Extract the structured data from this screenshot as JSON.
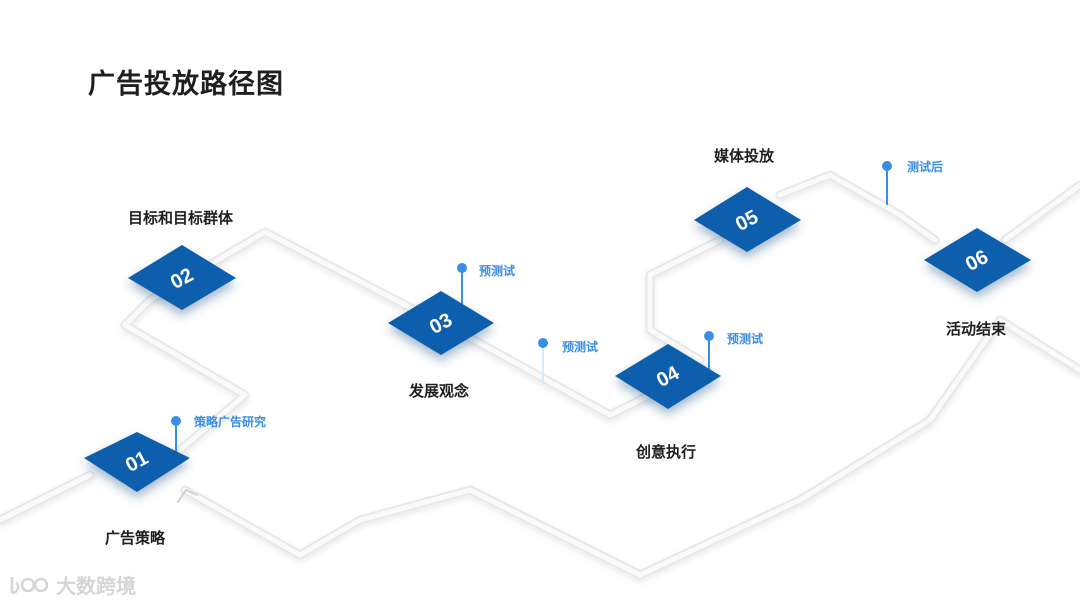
{
  "title": "广告投放路径图",
  "steps": [
    {
      "num": "01",
      "label": "广告策略"
    },
    {
      "num": "02",
      "label": "目标和目标群体"
    },
    {
      "num": "03",
      "label": "发展观念"
    },
    {
      "num": "04",
      "label": "创意执行"
    },
    {
      "num": "05",
      "label": "媒体投放"
    },
    {
      "num": "06",
      "label": "活动结束"
    }
  ],
  "pins": [
    {
      "label": "策略广告研究"
    },
    {
      "label": "预测试"
    },
    {
      "label": "预测试"
    },
    {
      "label": "预测试"
    },
    {
      "label": "测试后"
    }
  ],
  "logo": {
    "text": "大数跨境"
  },
  "colors": {
    "tile": "#0e5fae",
    "pin": "#3a8ee6",
    "path": "#e6e6e6"
  }
}
